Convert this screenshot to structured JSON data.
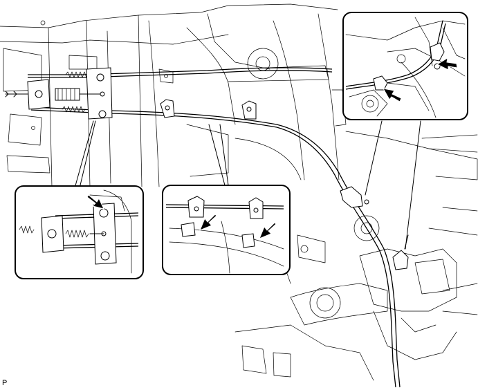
{
  "figure": {
    "code": "P",
    "colors": {
      "line": "#000000",
      "background": "#ffffff"
    },
    "insets": [
      {
        "name": "left-equalizer-detail",
        "arrow_count": 1
      },
      {
        "name": "center-clamp-detail",
        "arrow_count": 2
      },
      {
        "name": "rear-bracket-detail",
        "arrow_count": 2
      }
    ]
  }
}
